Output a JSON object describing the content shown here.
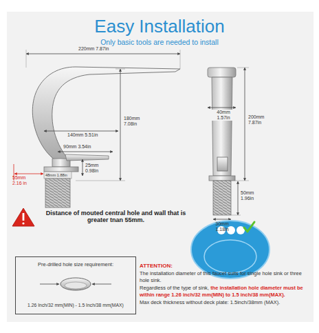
{
  "diagram": {
    "title": "Easy Installation",
    "nodes": [
      {
        "text": [
          "Pre-drilled hole size requirement:",
          "1.26 Inch/32 mm(MIN) - 1.5 Inch/38 mm(MAX)"
        ]
      }
    ],
    "labels": [
      "Only basic tools are needed to install",
      "220mm 7.87in",
      "180mm 7.08in",
      "140mm 5.51in",
      "90mm 3.54in",
      "25mm 0.98in",
      "55mm 2.16 in",
      "48mm 1.88in",
      "40mm 1.57in",
      "200mm 7.87in",
      "50mm 1.96in",
      "30mm 1.18in",
      "Distance of mouted central hole and wall that is greater tnan 55mm.",
      "ATTENTION:",
      "The installation diameter of this faucet suits for single hole sink or three hole sink.",
      "Regardless of the type of sink,",
      "the installation hole diameter must be within range 1.26 inch/32 mm(MIN) to 1.5 inch/38 mm(MAX).",
      "Max deck thickness without deck plate: 1.5inch/38mm (MAX)."
    ]
  }
}
